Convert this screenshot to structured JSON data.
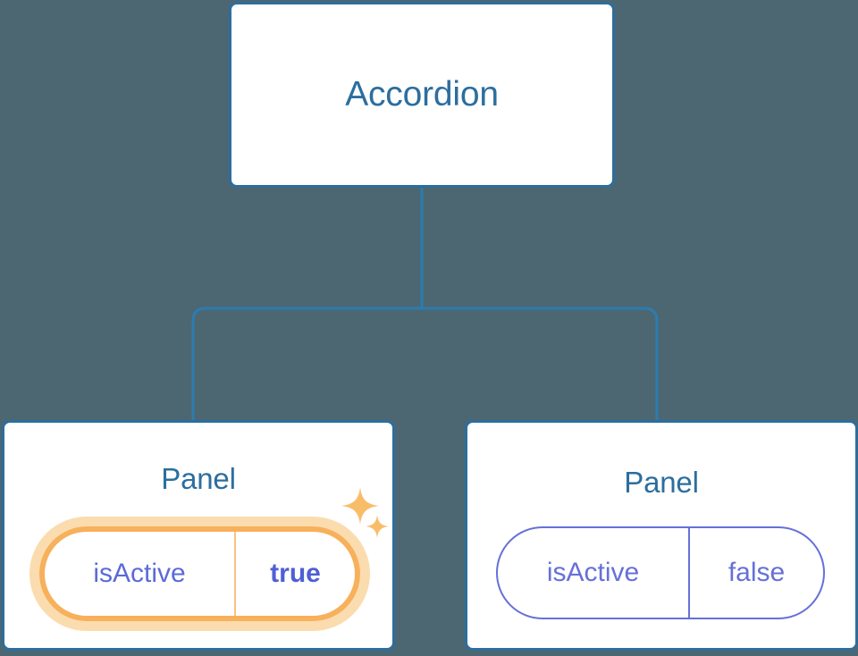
{
  "diagram": {
    "type": "component-tree",
    "background_color": "#4c6772",
    "node_border_color": "#2c6e9e",
    "node_title_color": "#2c6e9e",
    "connector_color": "#2c7cb0",
    "prop_text_color": "#6670d8",
    "highlight_color": "#f7b05b",
    "highlight_glow_color": "#fbdcae",
    "root": {
      "title": "Accordion"
    },
    "children": [
      {
        "title": "Panel",
        "highlighted": true,
        "prop": {
          "key": "isActive",
          "value": "true"
        },
        "sparkles": [
          "sparkle-icon",
          "sparkle-icon"
        ]
      },
      {
        "title": "Panel",
        "highlighted": false,
        "prop": {
          "key": "isActive",
          "value": "false"
        }
      }
    ]
  }
}
